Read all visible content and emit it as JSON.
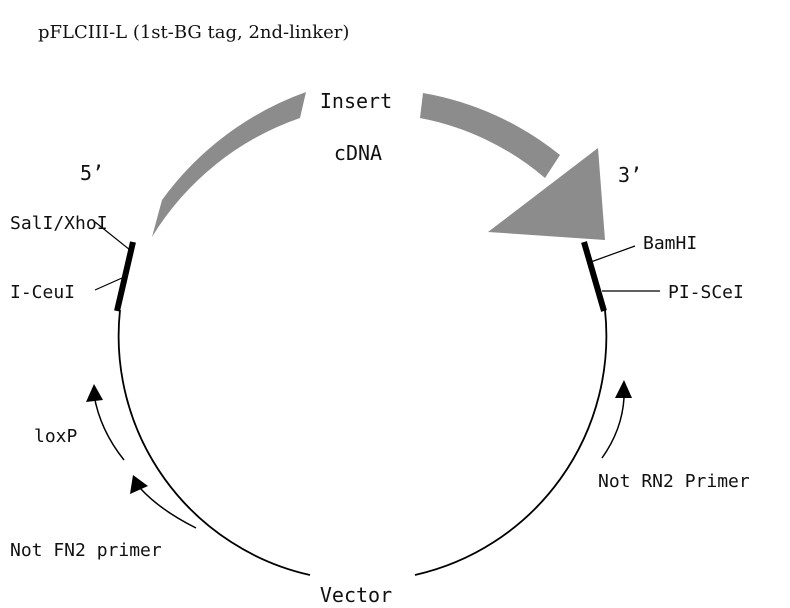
{
  "title": "pFLCIII-L (1st-BG tag, 2nd-linker)",
  "insert": {
    "line1": "Insert",
    "line2": "cDNA"
  },
  "ends": {
    "five_prime": "5’",
    "three_prime": "3’"
  },
  "sites": {
    "sali_xhoi": "SalI/XhoI",
    "i_ceui": "I-CeuI",
    "bamhi": "BamHI",
    "pi_scei": "PI-SCeI"
  },
  "features": {
    "loxp": "loxP",
    "not_fn2_primer": "Not FN2 primer",
    "not_rn2_primer": "Not RN2 Primer",
    "vector": "Vector"
  },
  "colors": {
    "insert_arrow": "#8c8c8c",
    "line": "#000000"
  }
}
